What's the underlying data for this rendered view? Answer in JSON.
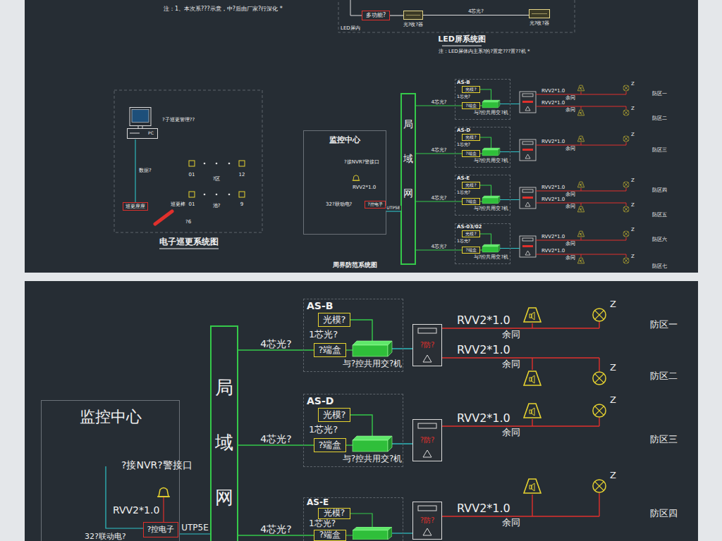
{
  "diagram": {
    "nodes": [
      {
        "text": [
          "多功能?"
        ]
      },
      {
        "text": [
          "光?收?器"
        ]
      },
      {
        "text": [
          "光?收?器"
        ]
      },
      {
        "text": [
          "?子巡更管理??",
          "PC"
        ]
      },
      {
        "text": [
          "巡更座座"
        ]
      },
      {
        "text": [
          "监控中心"
        ]
      },
      {
        "text": [
          "?控电子"
        ],
        "in": 5
      },
      {
        "text": [
          "局域网"
        ]
      },
      {
        "text": [
          "AS-B"
        ]
      },
      {
        "text": [
          "光模?"
        ],
        "in": 8
      },
      {
        "text": [
          "?端盒"
        ],
        "in": 8
      },
      {
        "text": [
          "与?控共用交?机"
        ],
        "in": 8
      },
      {
        "text": [
          "AS-D"
        ]
      },
      {
        "text": [
          "光模?"
        ],
        "in": 12
      },
      {
        "text": [
          "?端盒"
        ],
        "in": 12
      },
      {
        "text": [
          "与?控共用交?机"
        ],
        "in": 12
      },
      {
        "text": [
          "AS-E"
        ]
      },
      {
        "text": [
          "光模?"
        ],
        "in": 16
      },
      {
        "text": [
          "?端盒"
        ],
        "in": 16
      },
      {
        "text": [
          "与?控共用交?机"
        ],
        "in": 16
      },
      {
        "text": [
          "AS-03/02"
        ]
      },
      {
        "text": [
          "光模?"
        ],
        "in": 20
      },
      {
        "text": [
          "?端盒"
        ],
        "in": 20
      },
      {
        "text": [
          "与?控共用交?机"
        ],
        "in": 20
      },
      {
        "text": [
          "监控中心"
        ]
      },
      {
        "text": [
          "?控电子"
        ],
        "in": 24
      },
      {
        "text": [
          "局域网"
        ]
      },
      {
        "text": [
          "AS-B"
        ]
      },
      {
        "text": [
          "光模?"
        ],
        "in": 27
      },
      {
        "text": [
          "?端盒"
        ],
        "in": 27
      },
      {
        "text": [
          "与?控共用交?机"
        ],
        "in": 27
      },
      {
        "text": [
          "?防?"
        ]
      },
      {
        "text": [
          "AS-D"
        ]
      },
      {
        "text": [
          "光模?"
        ],
        "in": 32
      },
      {
        "text": [
          "?端盒"
        ],
        "in": 32
      },
      {
        "text": [
          "与?控共用交?机"
        ],
        "in": 32
      },
      {
        "text": [
          "?防?"
        ]
      },
      {
        "text": [
          "AS-E"
        ]
      },
      {
        "text": [
          "光模?"
        ],
        "in": 37
      },
      {
        "text": [
          "?端盒"
        ],
        "in": 37
      },
      {
        "text": [
          "?防?"
        ]
      }
    ],
    "edges": [
      {
        "from": 0,
        "to": 1,
        "arrow": "none"
      },
      {
        "from": 1,
        "to": 2,
        "label": "4芯光?",
        "arrow": "none"
      },
      {
        "from": 3,
        "to": 4,
        "label": "数据?",
        "arrow": "none"
      },
      {
        "from": 5,
        "to": 7,
        "label": "UTP5E",
        "arrow": "none"
      },
      {
        "from": 7,
        "to": 10,
        "label": "4芯光?",
        "arrow": "none"
      },
      {
        "from": 9,
        "to": 11,
        "arrow": "none"
      },
      {
        "from": 10,
        "to": 11,
        "arrow": "none"
      },
      {
        "from": 7,
        "to": 14,
        "label": "4芯光?",
        "arrow": "none"
      },
      {
        "from": 13,
        "to": 15,
        "arrow": "none"
      },
      {
        "from": 14,
        "to": 15,
        "arrow": "none"
      },
      {
        "from": 7,
        "to": 18,
        "label": "4芯光?",
        "arrow": "none"
      },
      {
        "from": 17,
        "to": 19,
        "arrow": "none"
      },
      {
        "from": 18,
        "to": 19,
        "arrow": "none"
      },
      {
        "from": 7,
        "to": 22,
        "label": "4芯光?",
        "arrow": "none"
      },
      {
        "from": 21,
        "to": 23,
        "arrow": "none"
      },
      {
        "from": 22,
        "to": 23,
        "arrow": "none"
      },
      {
        "from": 24,
        "to": 26,
        "label": "UTP5E",
        "arrow": "none"
      },
      {
        "from": 26,
        "to": 29,
        "label": "4芯光?",
        "arrow": "none"
      },
      {
        "from": 28,
        "to": 30,
        "arrow": "none"
      },
      {
        "from": 29,
        "to": 30,
        "arrow": "none"
      },
      {
        "from": 30,
        "to": 31,
        "arrow": "none"
      },
      {
        "from": 26,
        "to": 34,
        "label": "4芯光?",
        "arrow": "none"
      },
      {
        "from": 33,
        "to": 35,
        "arrow": "none"
      },
      {
        "from": 34,
        "to": 35,
        "arrow": "none"
      },
      {
        "from": 35,
        "to": 36,
        "arrow": "none"
      },
      {
        "from": 26,
        "to": 39,
        "label": "4芯光?",
        "arrow": "none"
      }
    ],
    "labels": [
      "注：1、本次系???示意，中?后由厂家?行深化 *",
      "LED屏内",
      "LED屏系统图",
      "注：LED屏体内主系?的?置定???置??机 *",
      "01",
      "?区",
      "12",
      "01",
      "池?",
      "9",
      "巡更棒",
      "?6",
      "电子巡更系统图",
      "?接NVR?警接口",
      "RVV2*1.0",
      "32?联动电?",
      "1芯光?",
      "1芯光?",
      "1芯光?",
      "1芯光?",
      "RVV2*1.0",
      "余同",
      "Z",
      "防区一",
      "RVV2*1.0",
      "余同",
      "Z",
      "防区二",
      "RVV2*1.0",
      "余同",
      "Z",
      "防区三",
      "RVV2*1.0",
      "余同",
      "Z",
      "防区四",
      "RVV2*1.0",
      "余同",
      "Z",
      "防区五",
      "RVV2*1.0",
      "余同",
      "Z",
      "防区六",
      "RVV2*1.0",
      "余同",
      "Z",
      "防区七",
      "周界防范系统图",
      "?接NVR?警接口",
      "RVV2*1.0",
      "32?联动电?",
      "1芯光?",
      "1芯光?",
      "1芯光?",
      "RVV2*1.0",
      "余同",
      "Z",
      "防区一",
      "RVV2*1.0",
      "余同",
      "Z",
      "防区二",
      "RVV2*1.0",
      "余同",
      "Z",
      "防区三",
      "RVV2*1.0",
      "余同",
      "Z",
      "防区四"
    ]
  }
}
